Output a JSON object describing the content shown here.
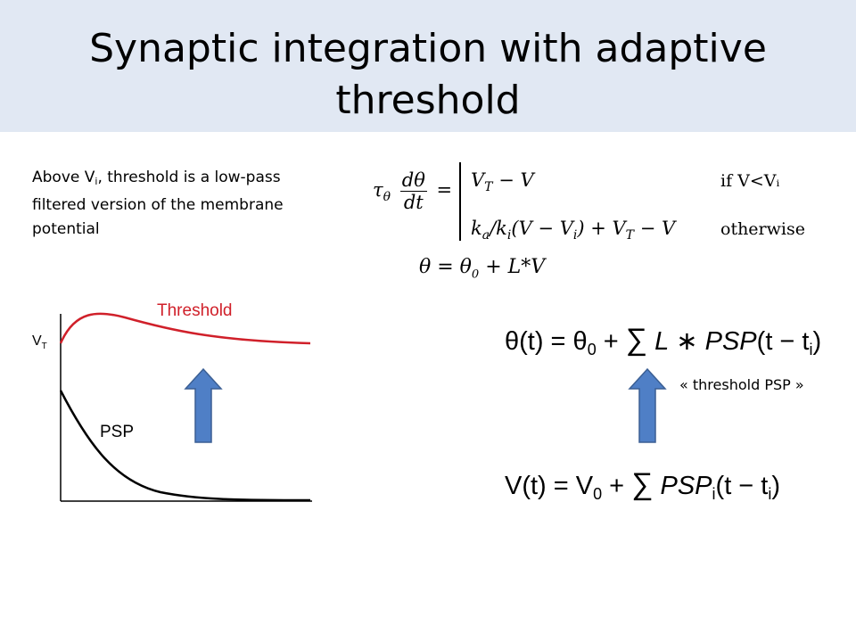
{
  "slide": {
    "title_line1": "Synaptic integration with adaptive",
    "title_line2": "threshold",
    "description": {
      "pre": "Above V",
      "sub": "i",
      "post": ", threshold is a low-pass filtered version of the membrane potential"
    }
  },
  "equation_ode": {
    "lhs_tau": "τ",
    "lhs_tau_sub": "θ",
    "lhs_num": "dθ",
    "lhs_den": "dt",
    "equals": "=",
    "case1_expr": "V",
    "case1_sub": "T",
    "case1_rest": " − V",
    "case1_cond": "if V<Vᵢ",
    "case2_expr": "k",
    "case2_sub_a": "a",
    "case2_mid": "/k",
    "case2_sub_i": "i",
    "case2_rest1": "(V − V",
    "case2_sub_i2": "i",
    "case2_rest2": ") + V",
    "case2_sub_T": "T",
    "case2_rest3": " − V",
    "case2_cond": "otherwise"
  },
  "equation_identity": {
    "text1": "θ = θ",
    "sub": "0",
    "text2": " + L*V"
  },
  "equation_theta": {
    "lhs": "θ(t) = θ",
    "sub0": "0",
    "plus": " + ",
    "sigma": "∑",
    "L": " L",
    "star": " ∗ ",
    "psp": "PSP",
    "args": "(t − t",
    "subi": "i",
    "close": ")"
  },
  "equation_v": {
    "lhs": "V(t) = V",
    "sub0": "0",
    "plus": " + ",
    "sigma": "∑",
    "psp": " PSP",
    "subi": "i",
    "args": "(t − t",
    "subi2": "i",
    "close": ")"
  },
  "annotation": {
    "threshold_psp": "« threshold PSP »"
  },
  "plot": {
    "threshold_label": "Threshold",
    "psp_label": "PSP",
    "vt_label": "V",
    "vt_sub": "T",
    "threshold_color": "#d0202a",
    "psp_color": "#000000",
    "arrow_color": "#4f7fc6",
    "arrow_outline": "#3b5f94"
  }
}
